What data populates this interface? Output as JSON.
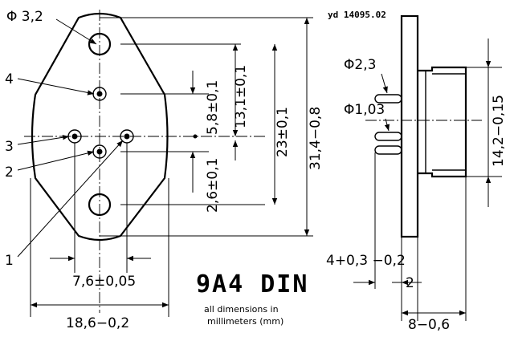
{
  "reference": "yd 14095.02",
  "title": "9A4 DIN",
  "note_line1": "all dimensions in",
  "note_line2": "millimeters (mm)",
  "front_view": {
    "hole_diameter": "Φ 3,2",
    "pin_labels": [
      "4",
      "3",
      "2",
      "1"
    ],
    "dim_pin_spacing": "5,8±0,1",
    "dim_pin4_to_hole": "13,1±0,1",
    "dim_pin_offset": "2,6±0,1",
    "dim_hole_spacing": "23±0,1",
    "dim_total_length": "31,4−0,8",
    "dim_pin_row": "7,6±0,05",
    "dim_width": "18,6−0,2"
  },
  "side_view": {
    "dim_pin_diam_large": "Φ2,3",
    "dim_pin_diam_small": "Φ1,03",
    "dim_can_height": "14,2−0,15",
    "dim_pin_length": "4+0,3 −0,2",
    "dim_flange": "2",
    "dim_total_depth": "8−0,6"
  }
}
